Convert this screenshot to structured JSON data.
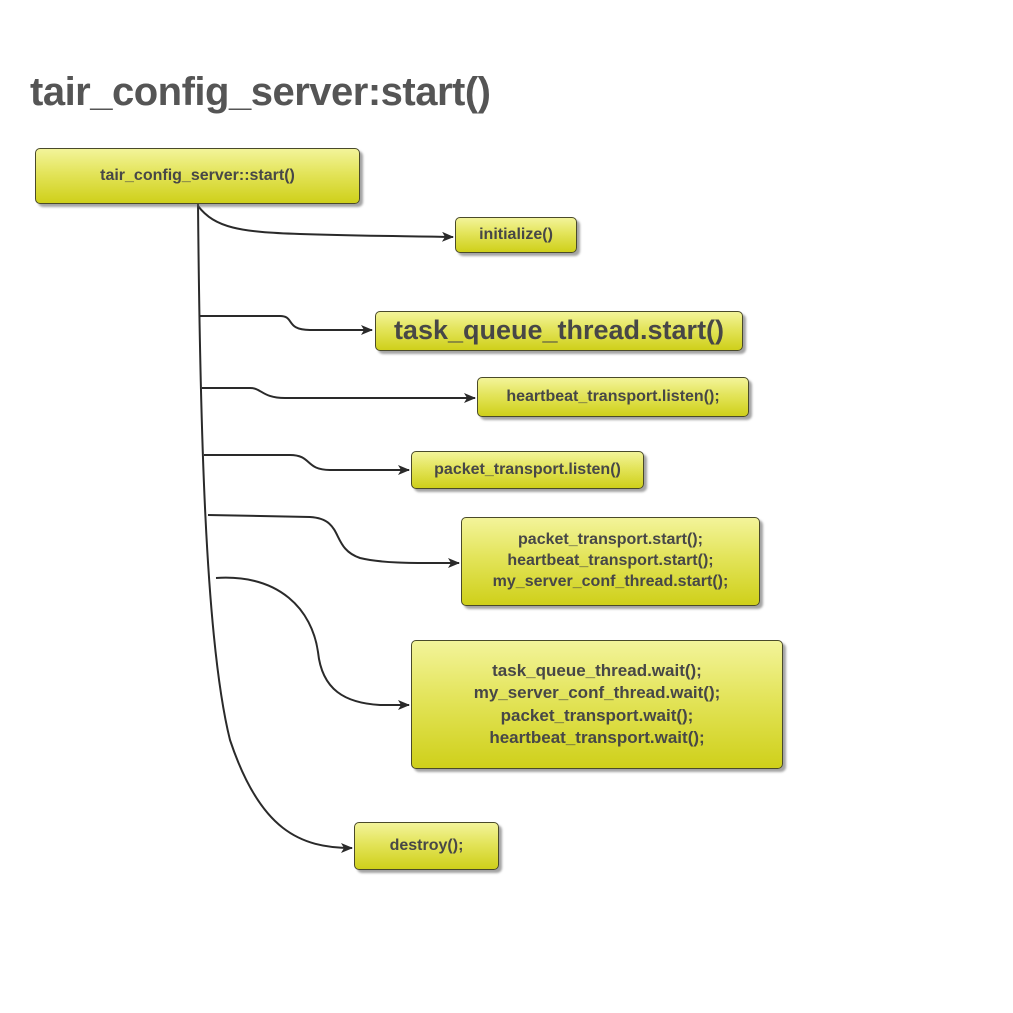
{
  "title": "tair_config_server:start()",
  "root": {
    "label": "tair_config_server::start()"
  },
  "steps": [
    {
      "lines": [
        "initialize()"
      ]
    },
    {
      "lines": [
        "task_queue_thread.start()"
      ]
    },
    {
      "lines": [
        "heartbeat_transport.listen();"
      ]
    },
    {
      "lines": [
        "packet_transport.listen()"
      ]
    },
    {
      "lines": [
        "packet_transport.start();",
        "heartbeat_transport.start();",
        "my_server_conf_thread.start();"
      ]
    },
    {
      "lines": [
        "task_queue_thread.wait();",
        "my_server_conf_thread.wait();",
        "packet_transport.wait();",
        "heartbeat_transport.wait();"
      ]
    },
    {
      "lines": [
        "destroy();"
      ]
    }
  ],
  "colors": {
    "box_top": "#f3f49a",
    "box_bottom": "#cfd01a",
    "box_border": "#4a4a2a",
    "text": "#474747",
    "connector": "#2a2a2a"
  }
}
